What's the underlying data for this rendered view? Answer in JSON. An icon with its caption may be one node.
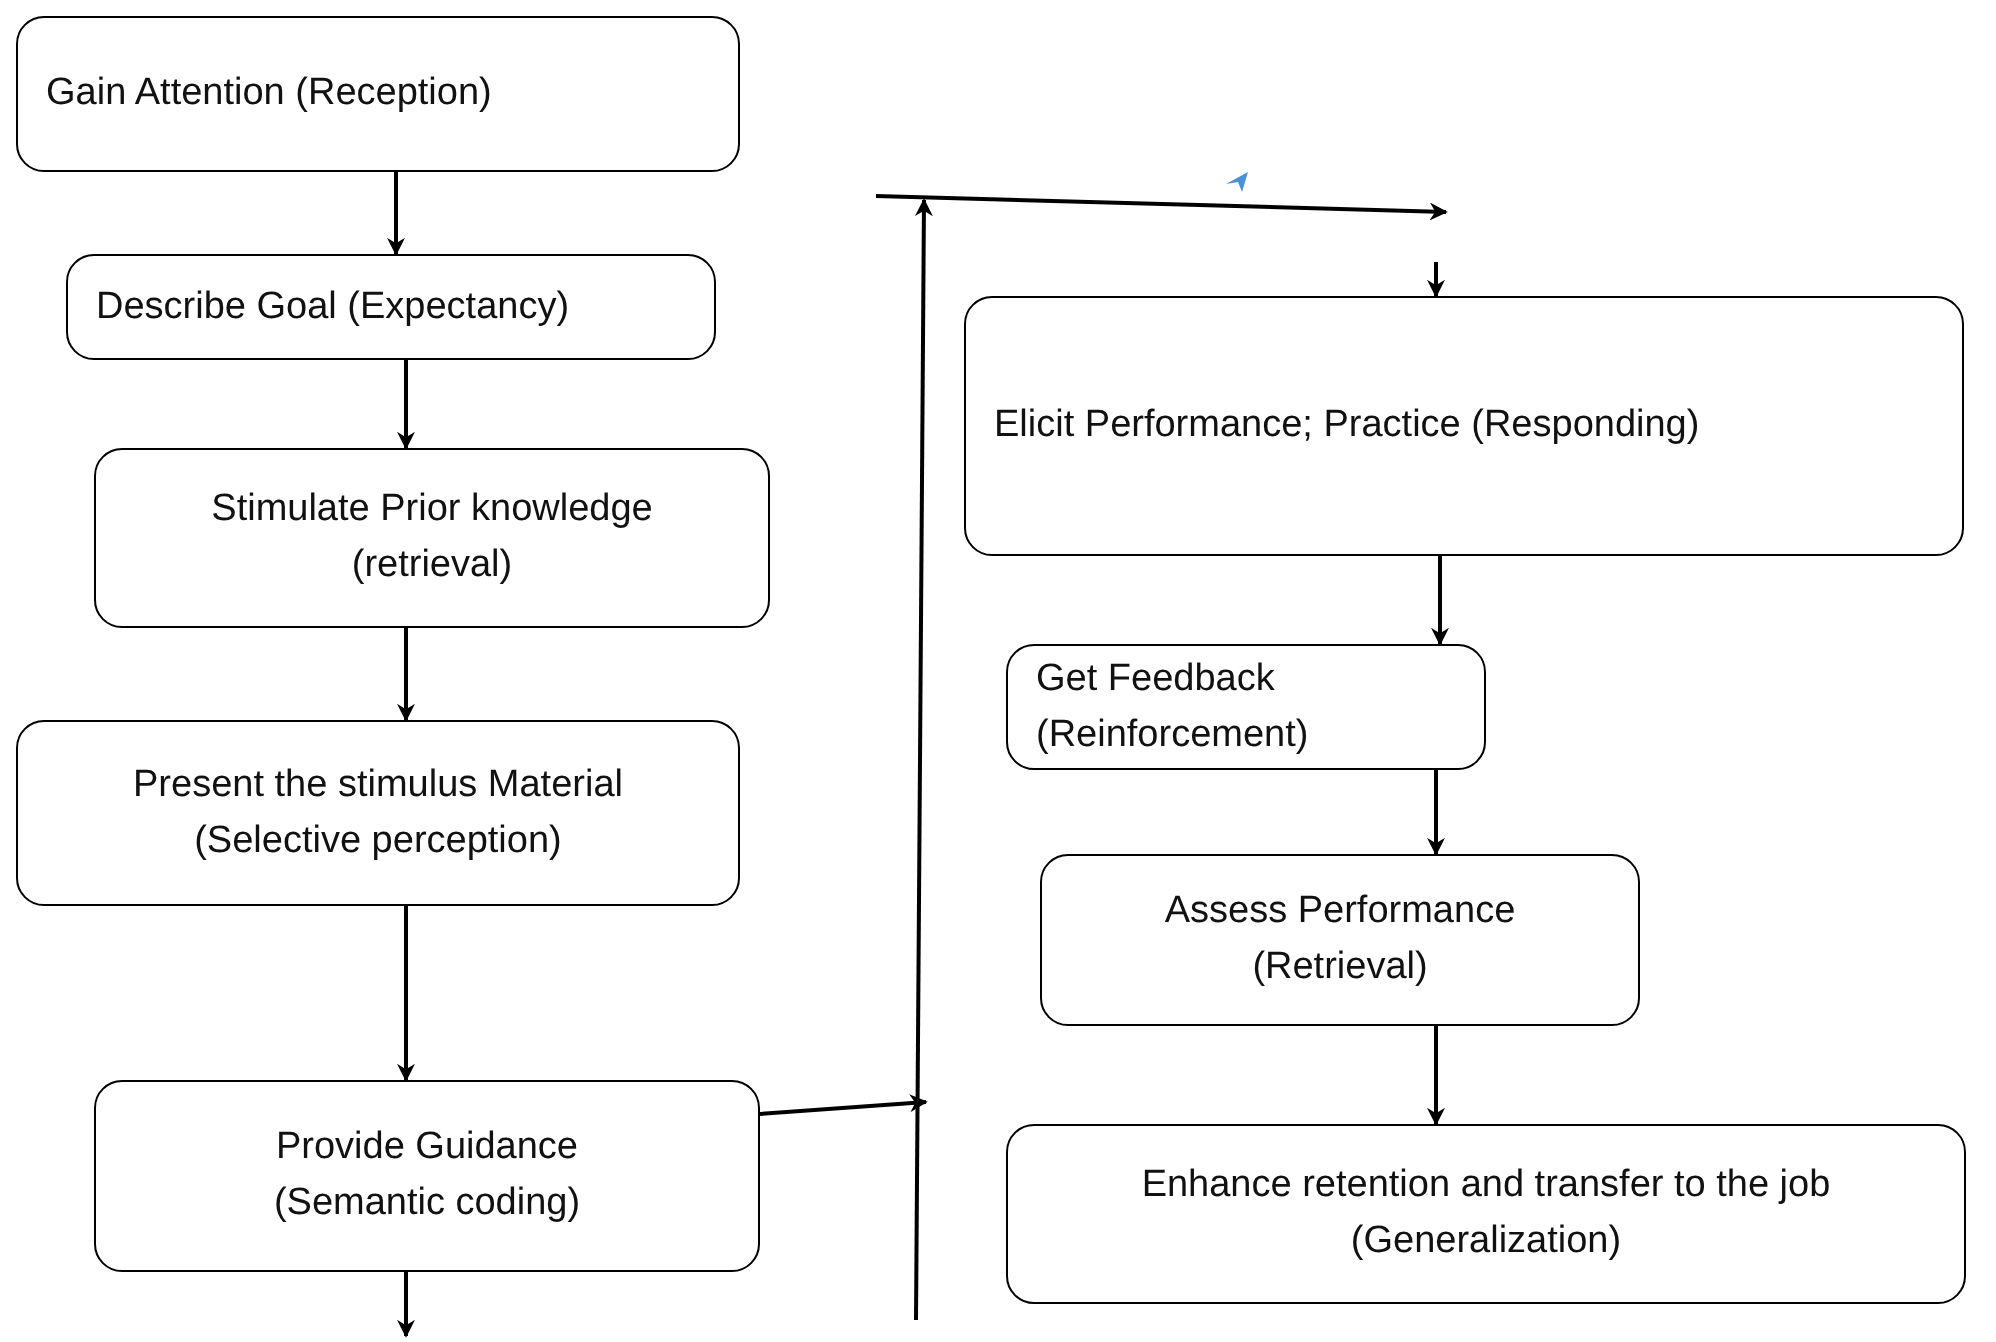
{
  "diagram": {
    "nodes": [
      {
        "text": [
          "Gain Attention (Reception)"
        ]
      },
      {
        "text": [
          "Describe Goal (Expectancy)"
        ]
      },
      {
        "text": [
          "Stimulate Prior knowledge (retrieval)"
        ]
      },
      {
        "text": [
          "Present the stimulus Material (Selective perception)"
        ]
      },
      {
        "text": [
          "Provide Guidance (Semantic coding)"
        ]
      },
      {
        "text": [
          "Elicit Performance; Practice (Responding)"
        ]
      },
      {
        "text": [
          "Get Feedback (Reinforcement)"
        ]
      },
      {
        "text": [
          "Assess Performance (Retrieval)"
        ]
      },
      {
        "text": [
          "Enhance retention and transfer to the job (Generalization)"
        ]
      }
    ],
    "edges": [
      {
        "from": 0,
        "to": 1,
        "arrow": "to"
      },
      {
        "from": 1,
        "to": 2,
        "arrow": "to"
      },
      {
        "from": 2,
        "to": 3,
        "arrow": "to"
      },
      {
        "from": 3,
        "to": 4,
        "arrow": "to"
      },
      {
        "from": 4,
        "to": null,
        "arrow": "to"
      },
      {
        "from": 4,
        "to": null,
        "arrow": "to"
      },
      {
        "from": null,
        "to": 5,
        "arrow": "to"
      },
      {
        "from": 5,
        "to": 6,
        "arrow": "to"
      },
      {
        "from": 6,
        "to": 7,
        "arrow": "to"
      },
      {
        "from": 7,
        "to": 8,
        "arrow": "to"
      }
    ]
  }
}
